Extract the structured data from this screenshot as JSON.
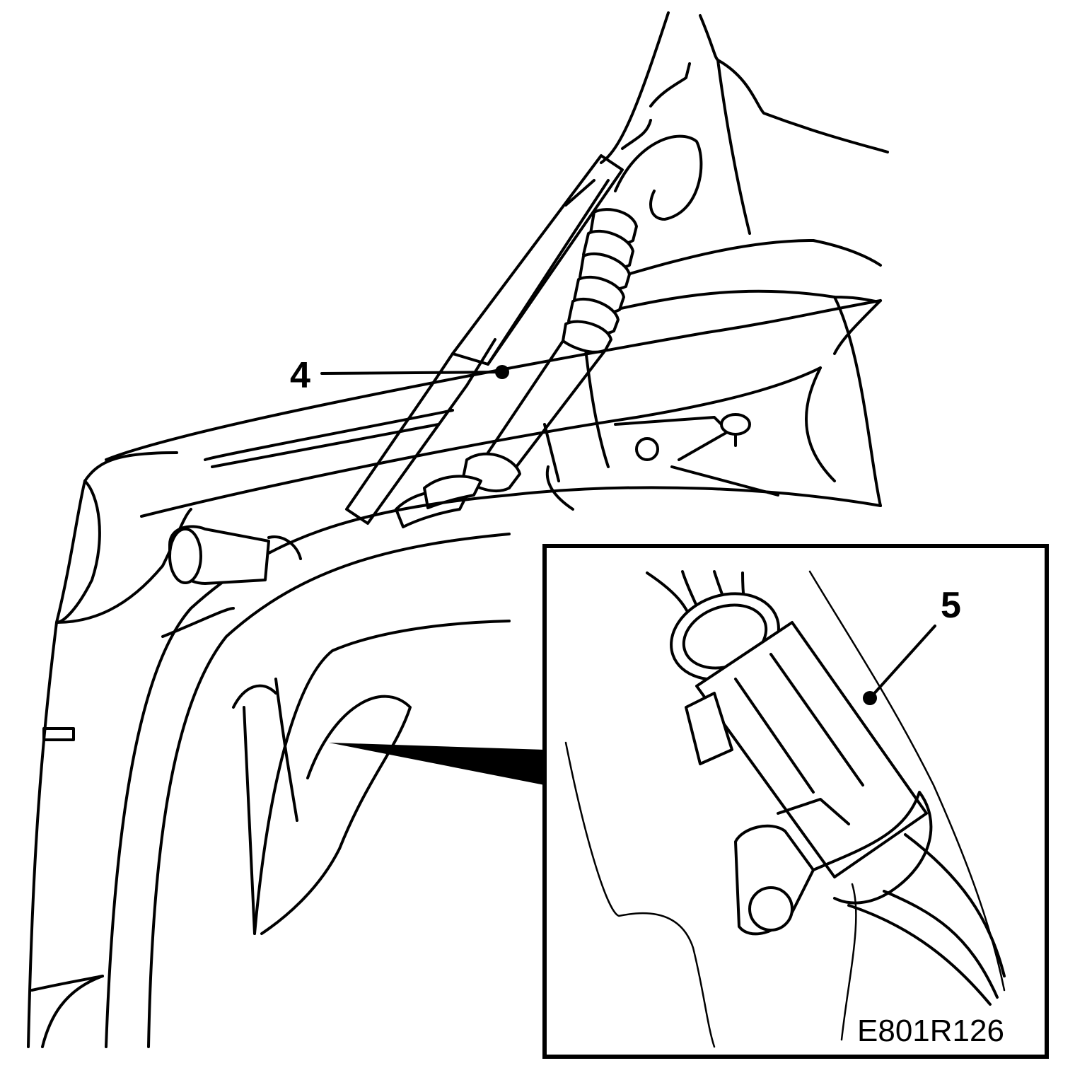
{
  "callouts": {
    "strut": "4",
    "connector": "5"
  },
  "figure_code": "E801R126",
  "colors": {
    "ink": "#000000",
    "paper": "#ffffff"
  }
}
